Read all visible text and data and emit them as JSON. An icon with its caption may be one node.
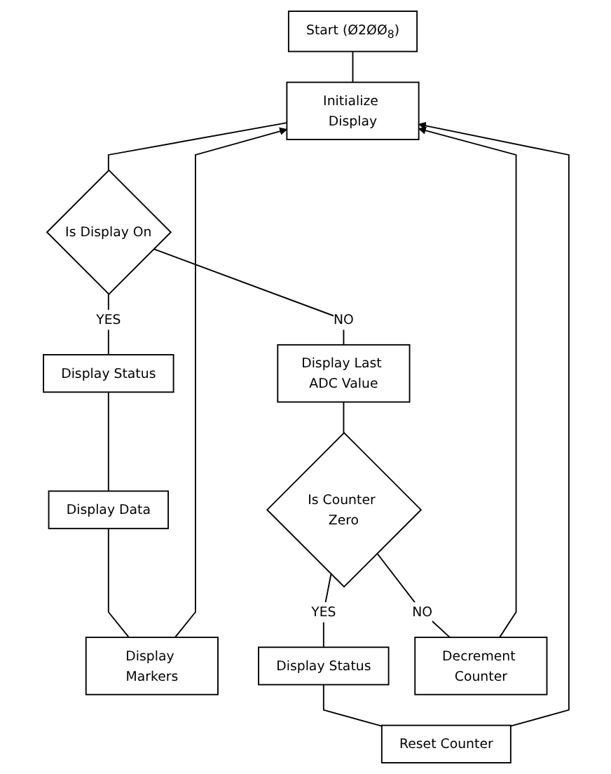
{
  "diagram": {
    "nodes": [
      {
        "text": [
          "Start (Ø2ØØ$_{8}$)"
        ]
      },
      {
        "text": [
          "Initialize Display"
        ]
      },
      {
        "text": [
          "Is Display On"
        ]
      },
      {
        "text": [
          "Display Last ADC Value"
        ]
      },
      {
        "text": [
          "Display Status"
        ]
      },
      {
        "text": [
          "Is Counter Zero"
        ]
      },
      {
        "text": [
          "Decrement Counter"
        ]
      },
      {
        "text": [
          "Display Data"
        ]
      },
      {
        "text": [
          "Display Status"
        ]
      },
      {
        "text": [
          "Display Markers"
        ]
      },
      {
        "text": [
          "Reset Counter"
        ]
      }
    ],
    "edges": [
      {
        "from": 0,
        "to": 1,
        "arrow": "none"
      },
      {
        "from": 1,
        "to": 2,
        "arrow": "none"
      },
      {
        "from": 2,
        "to": 3,
        "arrow": "none",
        "label": "NO"
      },
      {
        "from": 2,
        "to": 4,
        "arrow": "none",
        "label": "YES"
      },
      {
        "from": 3,
        "to": 5,
        "arrow": "none"
      },
      {
        "from": 5,
        "to": 6,
        "arrow": "none",
        "label": "NO"
      },
      {
        "from": 5,
        "to": 8,
        "arrow": "none",
        "label": "YES"
      },
      {
        "from": 4,
        "to": 7,
        "arrow": "none"
      },
      {
        "from": 7,
        "to": 9,
        "arrow": "none"
      },
      {
        "from": 8,
        "to": 10,
        "arrow": "none"
      },
      {
        "from": 9,
        "to": 1,
        "arrow": "to"
      },
      {
        "from": 6,
        "to": 1,
        "arrow": "to"
      },
      {
        "from": 10,
        "to": 1,
        "arrow": "to"
      }
    ]
  }
}
